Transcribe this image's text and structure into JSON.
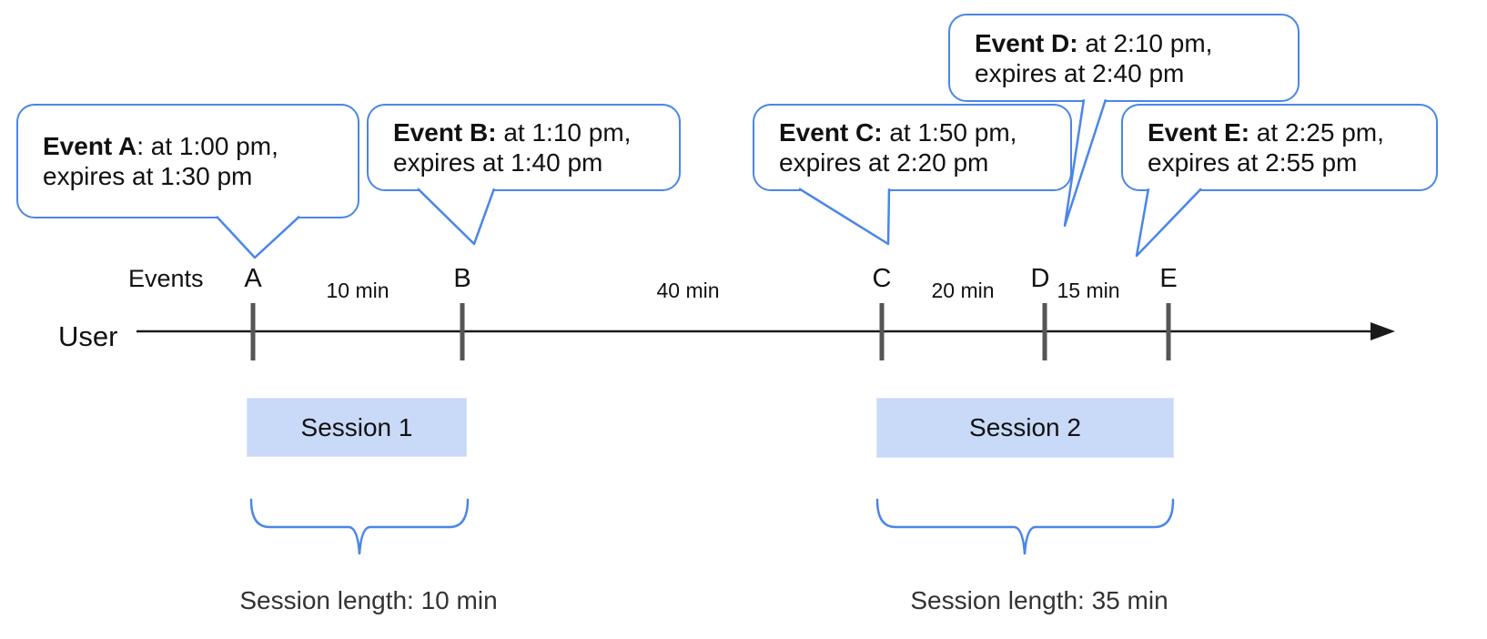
{
  "colors": {
    "accent_blue": "#4a86e8",
    "session_fill": "#c9daf8",
    "tick_gray": "#555555",
    "axis_black": "#1a1a1a"
  },
  "axis": {
    "user_label": "User",
    "events_label": "Events"
  },
  "events": [
    {
      "letter": "A",
      "callout_bold": "Event A",
      "callout_rest": ": at 1:00 pm,",
      "callout_line2": "expires at 1:30 pm"
    },
    {
      "letter": "B",
      "callout_bold": "Event B:",
      "callout_rest": " at 1:10 pm,",
      "callout_line2": "expires at 1:40 pm"
    },
    {
      "letter": "C",
      "callout_bold": "Event C:",
      "callout_rest": " at 1:50 pm,",
      "callout_line2": "expires at 2:20 pm"
    },
    {
      "letter": "D",
      "callout_bold": "Event D:",
      "callout_rest": " at 2:10 pm,",
      "callout_line2": "expires at 2:40 pm"
    },
    {
      "letter": "E",
      "callout_bold": "Event E:",
      "callout_rest": " at 2:25 pm,",
      "callout_line2": "expires at 2:55 pm"
    }
  ],
  "intervals": [
    {
      "label": "10 min"
    },
    {
      "label": "40 min"
    },
    {
      "label": "20 min"
    },
    {
      "label": "15 min"
    }
  ],
  "sessions": [
    {
      "label": "Session 1",
      "length_label": "Session length: 10 min"
    },
    {
      "label": "Session 2",
      "length_label": "Session length: 35 min"
    }
  ]
}
